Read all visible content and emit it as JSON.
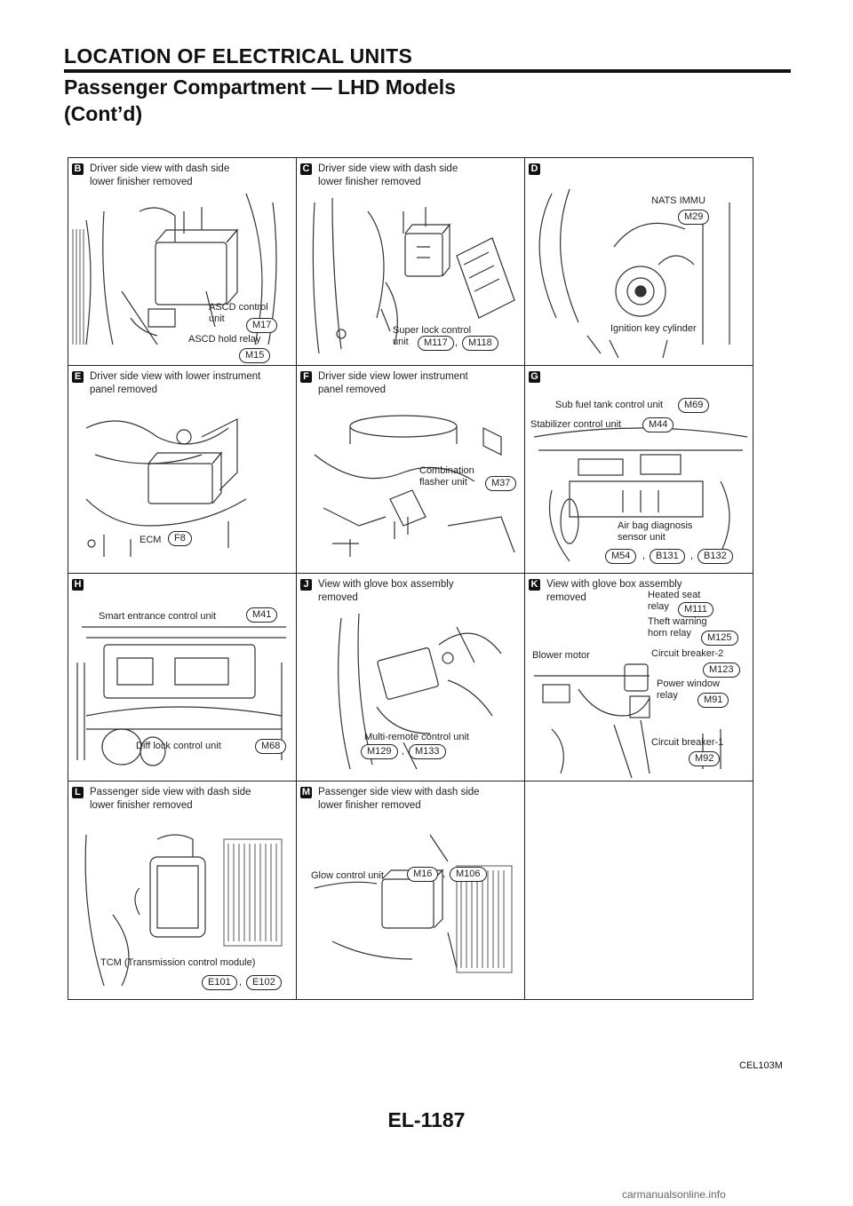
{
  "header": {
    "section_title": "LOCATION OF ELECTRICAL UNITS",
    "subtitle_line1": "Passenger Compartment — LHD Models",
    "subtitle_line2": "(Cont’d)"
  },
  "panels": [
    {
      "tag": "B",
      "caption": "Driver side view with dash side\nlower finisher removed",
      "labels": [
        "ASCD control\nunit",
        "ASCD hold relay"
      ],
      "connectors": [
        "M17",
        "M15"
      ]
    },
    {
      "tag": "C",
      "caption": "Driver side view with dash side\nlower finisher removed",
      "labels": [
        "Super lock control\nunit"
      ],
      "connectors": [
        "M117",
        "M118"
      ]
    },
    {
      "tag": "D",
      "caption": "",
      "labels": [
        "NATS IMMU",
        "Ignition key cylinder"
      ],
      "connectors": [
        "M29"
      ]
    },
    {
      "tag": "E",
      "caption": "Driver side view with lower instrument\npanel removed",
      "labels": [
        "ECM"
      ],
      "connectors": [
        "F8"
      ]
    },
    {
      "tag": "F",
      "caption": "Driver side view lower instrument\npanel removed",
      "labels": [
        "Combination\nflasher unit"
      ],
      "connectors": [
        "M37"
      ]
    },
    {
      "tag": "G",
      "caption": "",
      "labels": [
        "Sub fuel tank control unit",
        "Stabilizer control unit",
        "Air bag diagnosis\nsensor unit"
      ],
      "connectors": [
        "M69",
        "M44",
        "M54",
        "B131",
        "B132"
      ]
    },
    {
      "tag": "H",
      "caption": "",
      "labels": [
        "Smart entrance control unit",
        "Diff lock control unit"
      ],
      "connectors": [
        "M41",
        "M68"
      ]
    },
    {
      "tag": "J",
      "caption": "View with glove box assembly\nremoved",
      "labels": [
        "Multi-remote control unit"
      ],
      "connectors": [
        "M129",
        "M133"
      ]
    },
    {
      "tag": "K",
      "caption": "View with glove box assembly\nremoved",
      "labels": [
        "Heated seat\nrelay",
        "Theft warning\nhorn relay",
        "Blower motor",
        "Circuit breaker-2",
        "Power window\nrelay",
        "Circuit breaker-1"
      ],
      "connectors": [
        "M111",
        "M125",
        "M123",
        "M91",
        "M92"
      ]
    },
    {
      "tag": "L",
      "caption": "Passenger side view with dash side\nlower finisher removed",
      "labels": [
        "TCM (Transmission control module)"
      ],
      "connectors": [
        "E101",
        "E102"
      ]
    },
    {
      "tag": "M",
      "caption": "Passenger side view with dash side\nlower finisher removed",
      "labels": [
        "Glow control unit"
      ],
      "connectors": [
        "M16",
        "M106"
      ]
    }
  ],
  "separator": ",",
  "reference_code": "CEL103M",
  "page_number": "EL-1187",
  "watermark": "carmanualsonline.info"
}
